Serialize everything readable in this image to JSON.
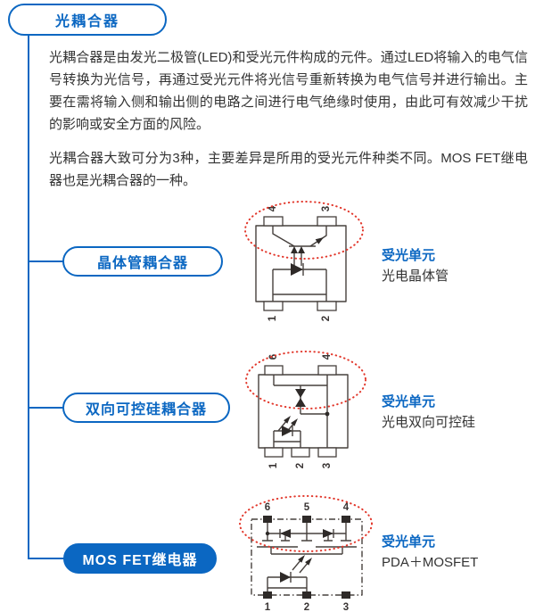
{
  "badge": {
    "label": "光耦合器"
  },
  "intro": {
    "p1": "光耦合器是由发光二极管(LED)和受光元件构成的元件。通过LED将输入的电气信号转换为光信号，再通过受光元件将光信号重新转换为电气信号并进行输出。主要在需将输入侧和输出侧的电路之间进行电气绝缘时使用，由此可有效减少干扰的影响或安全方面的风险。",
    "p2": "光耦合器大致可分为3种，主要差异是所用的受光元件种类不同。MOS FET继电器也是光耦合器的一种。"
  },
  "colors": {
    "accent_blue": "#0b67c2",
    "highlight_red": "#e2372b",
    "circuit_line": "#46403d",
    "body_text": "#333333"
  },
  "sections": [
    {
      "label": "晶体管耦合器",
      "highlighted": false,
      "receiver_title": "受光单元",
      "receiver_type": "光电晶体管",
      "pins_top": [
        "4",
        "3"
      ],
      "pins_bottom": [
        "1",
        "2"
      ]
    },
    {
      "label": "双向可控硅耦合器",
      "highlighted": false,
      "receiver_title": "受光单元",
      "receiver_type": "光电双向可控硅",
      "pins_top": [
        "6",
        "4"
      ],
      "pins_bottom": [
        "1",
        "2",
        "3"
      ]
    },
    {
      "label": "MOS FET继电器",
      "highlighted": true,
      "receiver_title": "受光单元",
      "receiver_type": "PDA＋MOSFET",
      "pins_top": [
        "6",
        "5",
        "4"
      ],
      "pins_bottom": [
        "1",
        "2",
        "3"
      ]
    }
  ]
}
